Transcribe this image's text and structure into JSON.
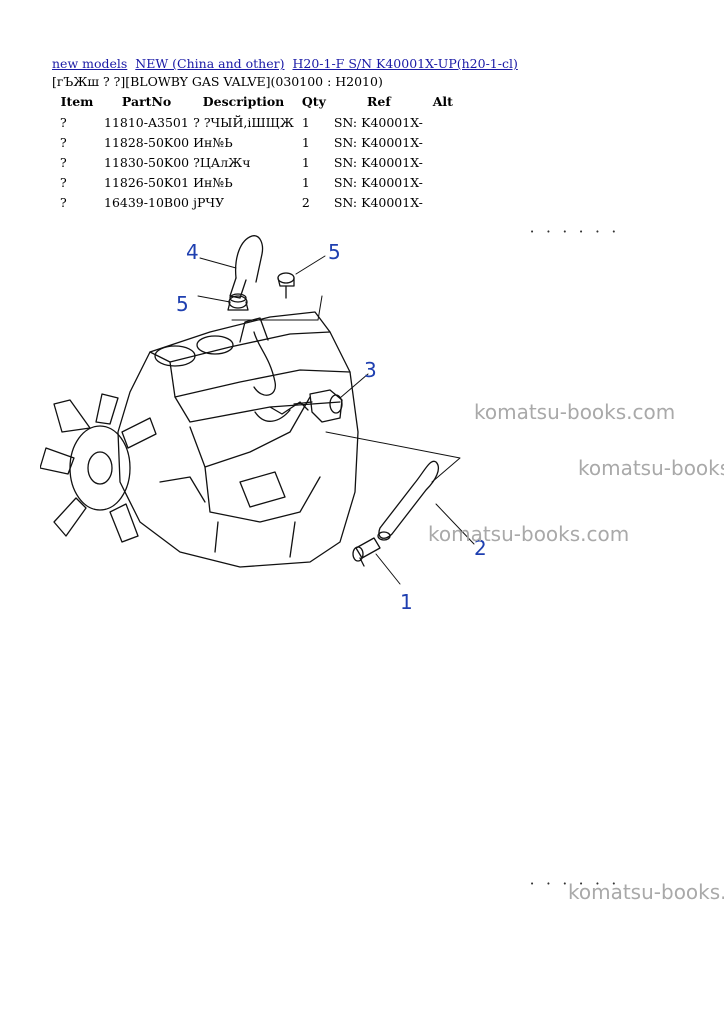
{
  "breadcrumb": {
    "links": [
      "new models",
      "NEW (China and other)",
      "H20-1-F S/N K40001X-UP(h20-1-cl)"
    ]
  },
  "subtitle": "[гЪЖш ? ?][BLOWBY GAS VALVE](030100 : H2010)",
  "table": {
    "headers": [
      "Item",
      "PartNo",
      "Description",
      "Qty",
      "Ref",
      "Alt"
    ],
    "rows": [
      {
        "item": "?",
        "part": "11810-A3501",
        "desc": "? ?ЧЫЙ,іШЩЖ",
        "qty": "1",
        "ref": "SN: K40001X-",
        "alt": ""
      },
      {
        "item": "?",
        "part": "11828-50K00",
        "desc": "Ин№Ь",
        "qty": "1",
        "ref": "SN: K40001X-",
        "alt": ""
      },
      {
        "item": "?",
        "part": "11830-50K00",
        "desc": "?ЦАлЖч",
        "qty": "1",
        "ref": "SN: K40001X-",
        "alt": ""
      },
      {
        "item": "?",
        "part": "11826-50K01",
        "desc": "Ин№Ь",
        "qty": "1",
        "ref": "SN: K40001X-",
        "alt": ""
      },
      {
        "item": "?",
        "part": "16439-10B00",
        "desc": "јРЧУ",
        "qty": "2",
        "ref": "SN: K40001X-",
        "alt": ""
      }
    ]
  },
  "diagram": {
    "callouts": [
      "4",
      "5",
      "5",
      "3",
      "2",
      "1"
    ],
    "callout_color": "#1e3fb0"
  },
  "figure_codes": {
    "top": "• • • • • •",
    "bottom": "• • • • • •"
  },
  "watermark": {
    "text": "komatsu-books.com",
    "color": "#a9a9a9"
  }
}
